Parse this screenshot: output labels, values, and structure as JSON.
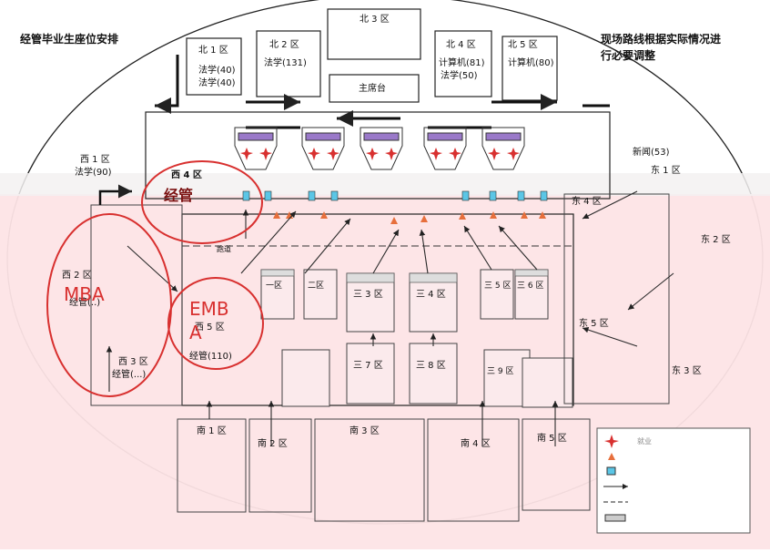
{
  "notes": {
    "left": "经管毕业生座位安排",
    "right_line1": "现场路线根据实际情况进",
    "right_line2": "行必要调整"
  },
  "stage_label": "主席台",
  "zones": {
    "north3": "北 3 区",
    "north1": "北 1 区",
    "north1_a": "法学(40)",
    "north1_b": "法学(40)",
    "north2": "北 2 区",
    "north2_a": "法学(131)",
    "north4": "北 4 区",
    "north4_a": "计算机(81)",
    "north4_b": "法学(50)",
    "north5": "北 5 区",
    "north5_a": "计算机(80)",
    "west1": "西 1 区",
    "west1_a": "法学(90)",
    "west4": "西 4 区",
    "west2": "西 2 区",
    "west2_a": "经管(..)",
    "west3": "西 3 区",
    "west3_a": "经管(...)",
    "west5": "西 5 区",
    "west5_a": "经管(110)",
    "east1": "东 1 区",
    "east1_a": "新闻(53)",
    "east2": "东 2 区",
    "east3": "东 3 区",
    "east4": "东 4 区",
    "east5": "东 5 区",
    "south1": "南 1 区",
    "south2": "南 2 区",
    "south3": "南 3 区",
    "south4": "南 4 区",
    "south5": "南 5 区",
    "f1": "一区",
    "f2": "二区",
    "f3": "三 3 区",
    "f4": "三 4 区",
    "f5": "三 5 区",
    "f6": "三 6 区",
    "f7": "三 7 区",
    "f8": "三 8 区",
    "f9": "三 9 区",
    "aisle": "跑道"
  },
  "circles": {
    "mba": "MBA",
    "emba_1": "EMB",
    "emba_2": "A",
    "top": "经管"
  },
  "legend": {
    "item1": "就业"
  },
  "colors": {
    "pink": "#fde4e6",
    "red": "#d8302f",
    "purple": "#9a79c9",
    "orange": "#e76f3c",
    "cyan": "#5bc6e6",
    "line": "#1a1a1a"
  }
}
